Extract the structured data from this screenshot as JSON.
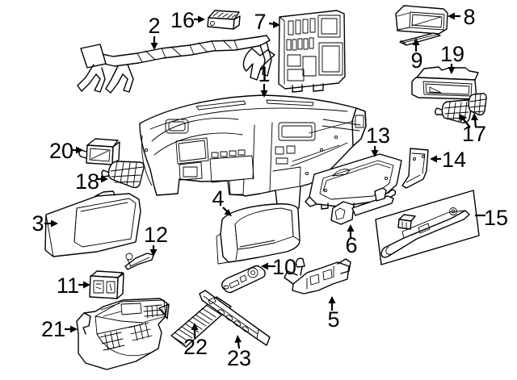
{
  "figure": {
    "kind": "exploded-parts-line-drawing",
    "background_color": "#ffffff",
    "line_color": "#000000",
    "label_color": "#000000"
  },
  "callouts": [
    {
      "number": "1",
      "arrows": [
        "down"
      ]
    },
    {
      "number": "2",
      "arrows": [
        "down"
      ]
    },
    {
      "number": "3",
      "arrows": [
        "right"
      ]
    },
    {
      "number": "4",
      "arrows": [
        "down-right"
      ]
    },
    {
      "number": "5",
      "arrows": [
        "up"
      ]
    },
    {
      "number": "6",
      "arrows": [
        "up"
      ]
    },
    {
      "number": "7",
      "arrows": [
        "right"
      ]
    },
    {
      "number": "8",
      "arrows": [
        "left"
      ]
    },
    {
      "number": "9",
      "arrows": [
        "up"
      ]
    },
    {
      "number": "10",
      "arrows": [
        "left"
      ]
    },
    {
      "number": "11",
      "arrows": [
        "right"
      ]
    },
    {
      "number": "12",
      "arrows": [
        "down"
      ]
    },
    {
      "number": "13",
      "arrows": [
        "down"
      ]
    },
    {
      "number": "14",
      "arrows": [
        "left"
      ]
    },
    {
      "number": "15",
      "arrows": [
        "leader-line"
      ]
    },
    {
      "number": "16",
      "arrows": [
        "right"
      ]
    },
    {
      "number": "17",
      "arrows": [
        "up-left",
        "up-right"
      ]
    },
    {
      "number": "18",
      "arrows": [
        "right"
      ]
    },
    {
      "number": "19",
      "arrows": [
        "down"
      ]
    },
    {
      "number": "20",
      "arrows": [
        "right"
      ]
    },
    {
      "number": "21",
      "arrows": [
        "right"
      ]
    },
    {
      "number": "22",
      "arrows": [
        "up"
      ]
    },
    {
      "number": "23",
      "arrows": [
        "up"
      ]
    }
  ]
}
